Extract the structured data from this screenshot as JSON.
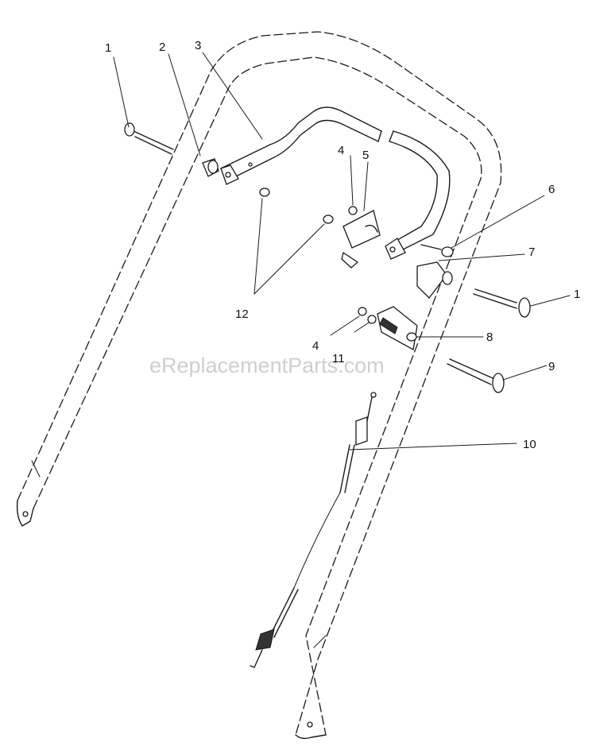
{
  "watermark": "eReplacementParts.com",
  "callouts": [
    {
      "id": "c1a",
      "text": "1"
    },
    {
      "id": "c2",
      "text": "2"
    },
    {
      "id": "c3",
      "text": "3"
    },
    {
      "id": "c4a",
      "text": "4"
    },
    {
      "id": "c5",
      "text": "5"
    },
    {
      "id": "c6",
      "text": "6"
    },
    {
      "id": "c7",
      "text": "7"
    },
    {
      "id": "c1b",
      "text": "1"
    },
    {
      "id": "c8",
      "text": "8"
    },
    {
      "id": "c9",
      "text": "9"
    },
    {
      "id": "c4b",
      "text": "4"
    },
    {
      "id": "c11",
      "text": "11"
    },
    {
      "id": "c12",
      "text": "12"
    },
    {
      "id": "c10",
      "text": "10"
    }
  ]
}
